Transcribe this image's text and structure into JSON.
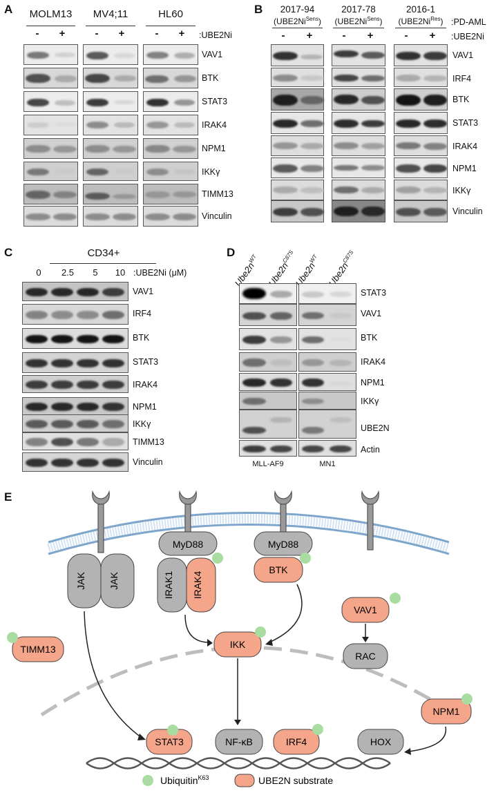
{
  "panels": {
    "a": "A",
    "b": "B",
    "c": "C",
    "d": "D",
    "e": "E"
  },
  "panelA": {
    "cell_lines": [
      "MOLM13",
      "MV4;11",
      "HL60"
    ],
    "treatment_label": ":UBE2Ni",
    "minus": "-",
    "plus": "+",
    "proteins": [
      "VAV1",
      "BTK",
      "STAT3",
      "IRAK4",
      "NPM1",
      "IKKγ",
      "TIMM13",
      "Vinculin"
    ]
  },
  "panelB": {
    "samples": [
      {
        "id": "2017-94",
        "sub_prefix": "(UBE2Ni",
        "sup": "Sens",
        "sub_suffix": ")"
      },
      {
        "id": "2017-78",
        "sub_prefix": "(UBE2Ni",
        "sup": "Sens",
        "sub_suffix": ")"
      },
      {
        "id": "2016-1",
        "sub_prefix": "(UBE2Ni",
        "sup": "Res",
        "sub_suffix": ")"
      }
    ],
    "pdaml_label": ":PD-AML",
    "treatment_label": ":UBE2Ni",
    "proteins": [
      "VAV1",
      "IRF4",
      "BTK",
      "STAT3",
      "IRAK4",
      "NPM1",
      "IKKγ",
      "Vinculin"
    ]
  },
  "panelC": {
    "group_label": "CD34+",
    "doses": [
      "0",
      "2.5",
      "5",
      "10"
    ],
    "dose_label": ":UBE2Ni (μM)",
    "proteins": [
      "VAV1",
      "IRF4",
      "BTK",
      "STAT3",
      "IRAK4",
      "NPM1",
      "IKKγ",
      "TIMM13",
      "Vinculin"
    ]
  },
  "panelD": {
    "genotypes": [
      {
        "base": "Ube2n",
        "sup": "WT"
      },
      {
        "base": "Ube2n",
        "sup": "C87S"
      },
      {
        "base": "Ube2n",
        "sup": "WT"
      },
      {
        "base": "Ube2n",
        "sup": "C87S"
      }
    ],
    "models": [
      "MLL-AF9",
      "MN1"
    ],
    "proteins": [
      "STAT3",
      "VAV1",
      "BTK",
      "IRAK4",
      "NPM1",
      "IKKγ",
      "UBE2N",
      "Actin"
    ]
  },
  "panelE": {
    "nodes": {
      "jak1": "JAK",
      "jak2": "JAK",
      "myd88a": "MyD88",
      "myd88b": "MyD88",
      "irak1": "IRAK1",
      "irak4": "IRAK4",
      "btk": "BTK",
      "vav1": "VAV1",
      "rac": "RAC",
      "ikk": "IKK",
      "timm13": "TIMM13",
      "npm1": "NPM1",
      "stat3": "STAT3",
      "nfkb": "NF-κB",
      "irf4": "IRF4",
      "hox": "HOX"
    },
    "legend": {
      "ub_base": "Ubiquitin",
      "ub_sup": "K63",
      "substrate": "UBE2N substrate"
    },
    "colors": {
      "substrate": "#f4a58a",
      "gray": "#b3b3b3",
      "ubiquitin": "#a8dca0",
      "membrane": "#8fb4d8"
    }
  }
}
